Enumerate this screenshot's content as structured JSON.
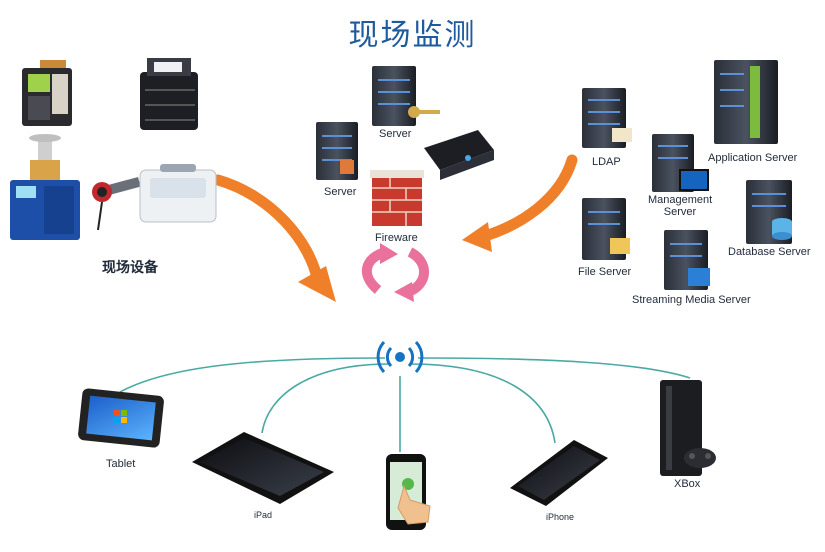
{
  "title": "现场监测",
  "field_equipment_caption": "现场设备",
  "network_labels": {
    "server_1": "Server",
    "server_2": "Server",
    "firewall": "Fireware"
  },
  "server_labels": {
    "ldap": "LDAP",
    "application": "Application Server",
    "management": "Management Server",
    "database": "Database Server",
    "file": "File Server",
    "streaming": "Streaming Media Server"
  },
  "device_labels": {
    "tablet": "Tablet",
    "ipad": "iPad",
    "iphone": "iPhone",
    "xbox": "XBox"
  },
  "colors": {
    "title": "#1f5a9e",
    "arrow_orange": "#f07f2a",
    "arrow_pink": "#e9719c",
    "connector_teal": "#4aa9a3",
    "wifi_blue": "#1673c4"
  }
}
